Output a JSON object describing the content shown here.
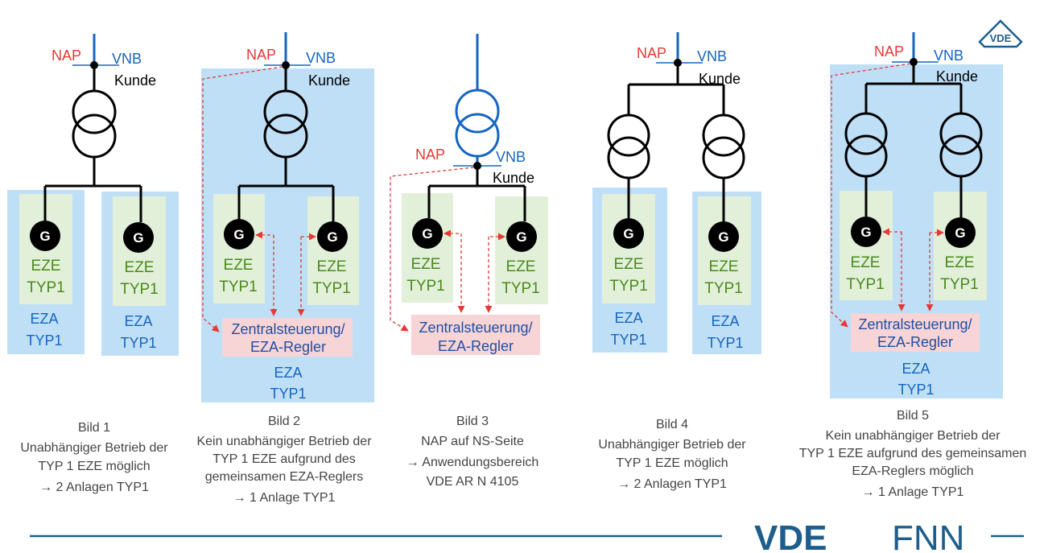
{
  "labels": {
    "nap": "NAP",
    "vnb": "VNB",
    "kunde": "Kunde",
    "generator": "G",
    "eze": "EZE",
    "typ1": "TYP1",
    "eza": "EZA",
    "ctrl_line1": "Zentralsteuerung/",
    "ctrl_line2": "EZA-Regler"
  },
  "captions": [
    [
      "Bild 1",
      "Unabhängiger Betrieb der",
      "TYP 1 EZE möglich",
      "→ 2 Anlagen TYP1"
    ],
    [
      "Bild 2",
      "Kein unabhängiger Betrieb der",
      "TYP 1 EZE aufgrund des",
      "gemeinsamen EZA-Reglers",
      "→ 1 Anlage TYP1"
    ],
    [
      "Bild 3",
      "NAP auf NS-Seite",
      "→ Anwendungsbereich",
      "VDE AR N 4105"
    ],
    [
      "Bild 4",
      "Unabhängiger Betrieb der",
      "TYP 1 EZE möglich",
      "→ 2 Anlagen TYP1"
    ],
    [
      "Bild 5",
      "Kein unabhängiger Betrieb der",
      "TYP 1 EZE aufgrund des gemeinsamen",
      "EZA-Reglers möglich",
      "→ 1 Anlage TYP1"
    ]
  ],
  "footer": {
    "brand_bold": "VDE",
    "brand_light": "FNN"
  },
  "logo": {
    "text": "VDE"
  },
  "colors": {
    "eza_fill": "#bfdff7",
    "eze_fill": "#e2f0d9",
    "ctrl_fill": "#f7d4d6",
    "nap_red": "#e53935",
    "vnb_blue": "#1565c0",
    "footer_line": "#1f5e8c",
    "brand": "#1f5e8c"
  }
}
